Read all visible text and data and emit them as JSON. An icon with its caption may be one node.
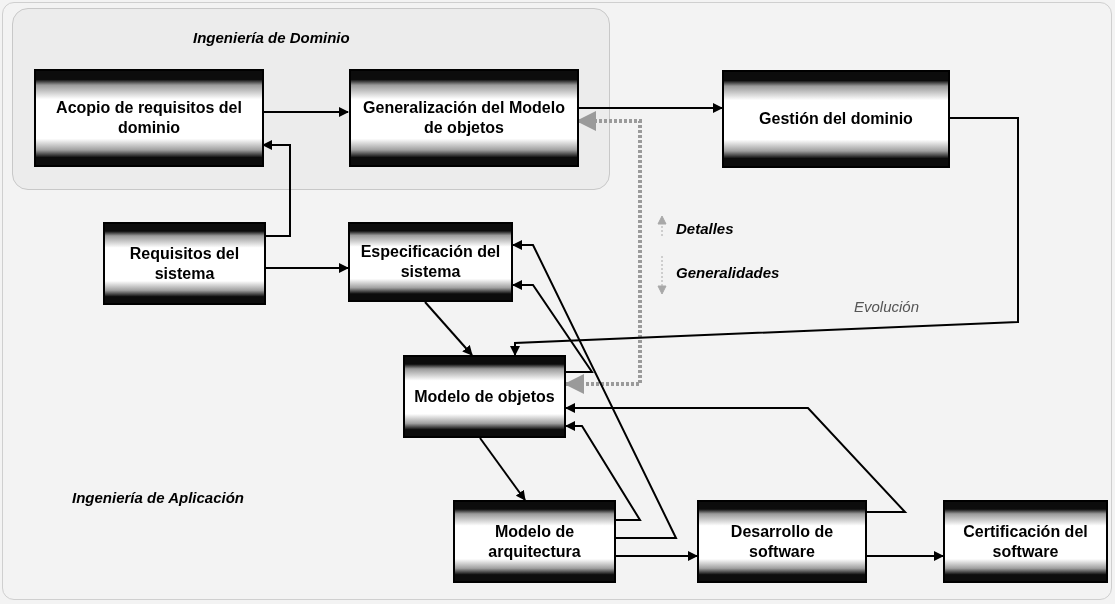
{
  "diagram": {
    "nodes": [
      {
        "text": [
          "Ingeniería de Dominio"
        ]
      },
      {
        "text": [
          "Acopio de requisitos del dominio"
        ],
        "in": 0
      },
      {
        "text": [
          "Generalización del Modelo de objetos"
        ],
        "in": 0
      },
      {
        "text": [
          "Gestión del dominio"
        ]
      },
      {
        "text": [
          "Requisitos del sistema"
        ]
      },
      {
        "text": [
          "Especificación del sistema"
        ]
      },
      {
        "text": [
          "Modelo de objetos"
        ]
      },
      {
        "text": [
          "Modelo de arquitectura"
        ]
      },
      {
        "text": [
          "Desarrollo de software"
        ]
      },
      {
        "text": [
          "Certificación del software"
        ]
      }
    ],
    "edges": [
      {
        "from": 1,
        "to": 2,
        "arrow": "to"
      },
      {
        "from": 4,
        "to": 1,
        "arrow": "to"
      },
      {
        "from": 4,
        "to": 5,
        "arrow": "to"
      },
      {
        "from": 2,
        "to": 3,
        "arrow": "to"
      },
      {
        "from": 6,
        "to": 2,
        "arrow": "both",
        "style": "dashed",
        "color": "#9a9a9a"
      },
      {
        "from": 3,
        "to": 6,
        "arrow": "to",
        "label": "Evolución"
      },
      {
        "from": 5,
        "to": 6,
        "arrow": "to"
      },
      {
        "from": 6,
        "to": 7,
        "arrow": "to"
      },
      {
        "from": 7,
        "to": 8,
        "arrow": "to"
      },
      {
        "from": 8,
        "to": 9,
        "arrow": "to"
      },
      {
        "from": 7,
        "to": 6,
        "arrow": "to"
      },
      {
        "from": 7,
        "to": 5,
        "arrow": "to"
      },
      {
        "from": 6,
        "to": 5,
        "arrow": "to"
      },
      {
        "from": 8,
        "to": 6,
        "arrow": "to"
      }
    ],
    "labels": [
      "Detalles",
      "Generalidades",
      "Ingeniería de Aplicación"
    ]
  }
}
